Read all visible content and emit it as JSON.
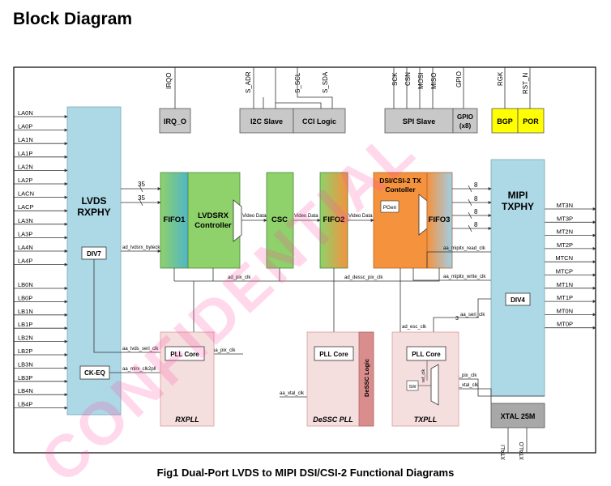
{
  "title": "Block Diagram",
  "caption": "Fig1 Dual-Port LVDS to MIPI DSI/CSI-2 Functional Diagrams",
  "watermark": "CONFIDENTIAL",
  "blocks": {
    "irq": "IRQ_O",
    "i2c": "I2C Slave",
    "cci": "CCI Logic",
    "spi": "SPI Slave",
    "gpio_line1": "GPIO",
    "gpio_line2": "(x8)",
    "bgp": "BGP",
    "por": "POR",
    "lvds_rxphy_line1": "LVDS",
    "lvds_rxphy_line2": "RXPHY",
    "div7": "DIV7",
    "ckeq": "CK-EQ",
    "fifo1": "FIFO1",
    "lvdsrx_line1": "LVDSRX",
    "lvdsrx_line2": "Controller",
    "csc": "CSC",
    "fifo2": "FIFO2",
    "dsi_line1": "DSI/CSI-2 TX",
    "dsi_line2": "Contoller",
    "pgen": "PGen",
    "fifo3": "FIFO3",
    "mipi_txphy_line1": "MIPI",
    "mipi_txphy_line2": "TXPHY",
    "div4": "DIV4",
    "pll_core": "PLL Core",
    "rxpll": "RXPLL",
    "dessc_pll": "DeSSC PLL",
    "dessc_logic": "DeSSC Logic",
    "txpll": "TXPLL",
    "xtal": "XTAL 25M",
    "sw": "SW"
  },
  "pins": {
    "top": [
      "IRQO",
      "S_ADR",
      "S_SCL",
      "S_SDA",
      "SCK",
      "CSN",
      "MOSI",
      "MISO",
      "GPIO",
      "RGK",
      "RST_N"
    ],
    "left_a": [
      "LA0N",
      "LA0P",
      "LA1N",
      "LA1P",
      "LA2N",
      "LA2P",
      "LACN",
      "LACP",
      "LA3N",
      "LA3P",
      "LA4N",
      "LA4P"
    ],
    "left_b": [
      "LB0N",
      "LB0P",
      "LB1N",
      "LB1P",
      "LB2N",
      "LB2P",
      "LB3N",
      "LB3P",
      "LB4N",
      "LB4P"
    ],
    "right": [
      "MT3N",
      "MT3P",
      "MT2N",
      "MT2P",
      "MTCN",
      "MTCP",
      "MT1N",
      "MT1P",
      "MT0N",
      "MT0P"
    ],
    "bottom": [
      "XTALI",
      "XTALO"
    ]
  },
  "signals": {
    "bus35": "35",
    "bus8": "8",
    "bus3": "3",
    "video_data": "Video Data",
    "ad_lvdsrx_byteck": "ad_lvdsrx_byteck",
    "ad_pix_clk": "ad_pix_clk",
    "ad_dessc_pix_clk": "ad_dessc_pix_clk",
    "aa_mipitx_read_clk": "aa_mipitx_read_clk",
    "aa_mipitx_write_clk": "aa_mipitx_write_clk",
    "ad_esc_clk": "ad_esc_clk",
    "aa_seri_clk": "aa_seri_clk",
    "aa_lvds_seri_clk": "aa_lvds_seri_clk",
    "aa_pix_clk": "aa_pix_clk",
    "aa_mlrx_clk2pll": "aa_mlrx_clk2pll",
    "aa_xtal_clk": "aa_xtal_clk",
    "ref_clk": "ref_clk"
  },
  "colors": {
    "lvds_phy": "#add8e6",
    "green": "#8fd16a",
    "orange": "#f5923e",
    "gray_block": "#c8c8c8",
    "yellow": "#ffff00",
    "pll_bg": "#f5dede",
    "pll_border": "#d99a9a",
    "dessc_logic": "#d98d8d",
    "xtal": "#a8a8a8",
    "watermark": "#ff4fa3"
  }
}
